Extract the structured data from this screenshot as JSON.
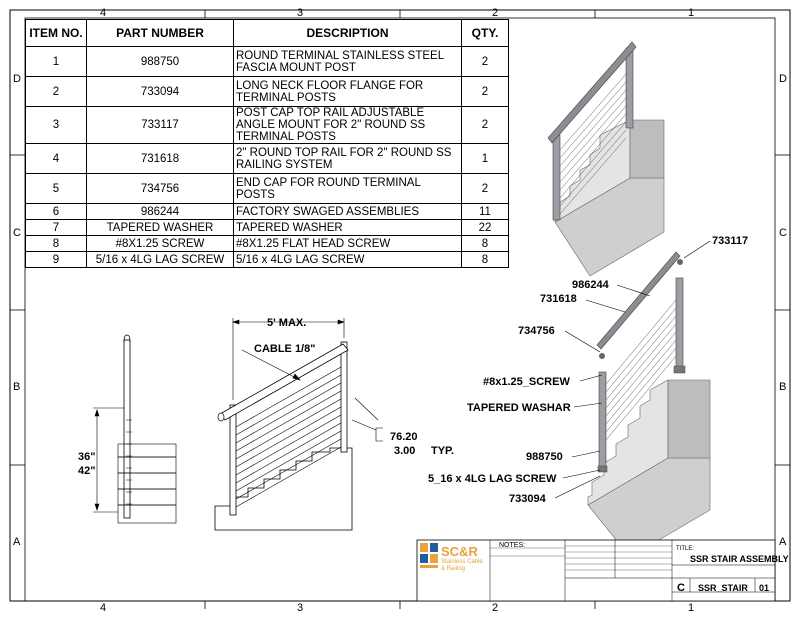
{
  "zones": {
    "top": [
      "4",
      "3",
      "2",
      "1"
    ],
    "bottom": [
      "4",
      "3",
      "2",
      "1"
    ],
    "left": [
      "D",
      "C",
      "B",
      "A"
    ],
    "right": [
      "D",
      "C",
      "B",
      "A"
    ]
  },
  "bom": {
    "headers": [
      "ITEM NO.",
      "PART NUMBER",
      "DESCRIPTION",
      "QTY."
    ],
    "rows": [
      {
        "item": "1",
        "part": "988750",
        "desc": "ROUND TERMINAL STAINLESS STEEL FASCIA MOUNT POST",
        "qty": "2"
      },
      {
        "item": "2",
        "part": "733094",
        "desc": "LONG NECK FLOOR FLANGE FOR TERMINAL POSTS",
        "qty": "2"
      },
      {
        "item": "3",
        "part": "733117",
        "desc": "POST CAP TOP RAIL ADJUSTABLE ANGLE MOUNT FOR 2\" ROUND SS TERMINAL POSTS",
        "qty": "2"
      },
      {
        "item": "4",
        "part": "731618",
        "desc": "2\" ROUND TOP RAIL FOR 2\" ROUND SS RAILING SYSTEM",
        "qty": "1"
      },
      {
        "item": "5",
        "part": "734756",
        "desc": "END CAP FOR ROUND TERMINAL POSTS",
        "qty": "2"
      },
      {
        "item": "6",
        "part": "986244",
        "desc": "FACTORY SWAGED ASSEMBLIES",
        "qty": "11"
      },
      {
        "item": "7",
        "part": "TAPERED WASHER",
        "desc": "TAPERED WASHER",
        "qty": "22"
      },
      {
        "item": "8",
        "part": "#8X1.25 SCREW",
        "desc": "#8X1.25 FLAT HEAD SCREW",
        "qty": "8"
      },
      {
        "item": "9",
        "part": "5/16 x 4LG LAG SCREW",
        "desc": "5/16 x 4LG LAG SCREW",
        "qty": "8"
      }
    ]
  },
  "side_view": {
    "dim_36": "36\"",
    "dim_42": "42\""
  },
  "front_view": {
    "max_span": "5' MAX.",
    "cable": "CABLE 1/8\"",
    "spacing_mm": "76.20",
    "spacing_in": "3.00",
    "typ": "TYP."
  },
  "callouts": {
    "c733117": "733117",
    "c986244": "986244",
    "c731618": "731618",
    "c734756": "734756",
    "screw": "#8x1.25_SCREW",
    "washer": "TAPERED WASHAR",
    "c988750": "988750",
    "lag": "5_16 x 4LG LAG SCREW",
    "c733094": "733094"
  },
  "title_block": {
    "logo_main": "SC&R",
    "logo_sub1": "Stainless Cable",
    "logo_sub2": "& Railing",
    "notes_title": "NOTES:",
    "title_label": "TITLE:",
    "title": "SSR STAIR ASSEMBLY",
    "size": "C",
    "dwg_no": "SSR_STAIR",
    "rev": "01"
  },
  "colors": {
    "line": "#000000",
    "rail": "#8a8d92",
    "stair": "#d4d4d4",
    "logo_orange": "#e8a33a",
    "logo_blue": "#1f5f9e"
  }
}
